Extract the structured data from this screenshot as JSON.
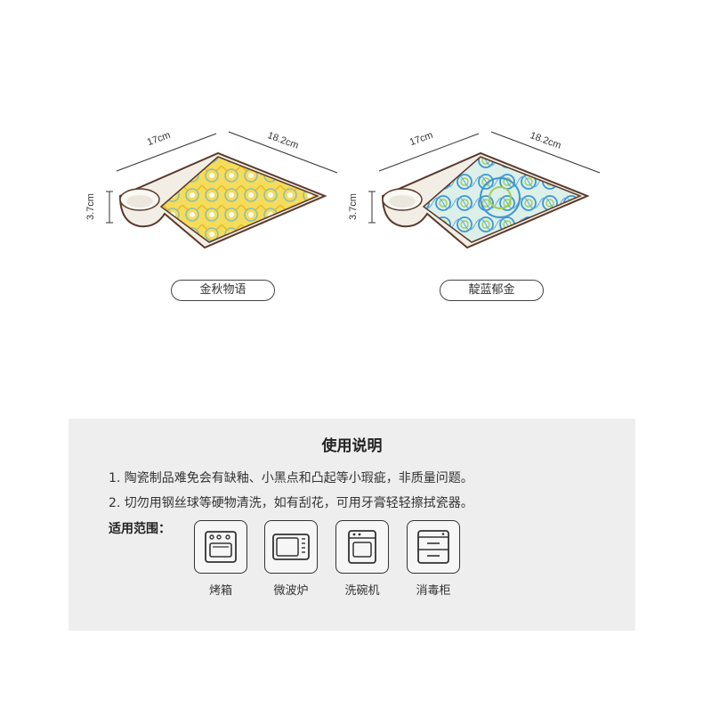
{
  "products": [
    {
      "width_label": "17cm",
      "length_label": "18.2cm",
      "height_label": "3.7cm",
      "name": "金秋物语",
      "pattern_color": "#f2cf3a",
      "accent_color": "#7fb6a0"
    },
    {
      "width_label": "17cm",
      "length_label": "18.2cm",
      "height_label": "3.7cm",
      "name": "靛蓝郁金",
      "pattern_color": "#4a9fd4",
      "accent_color": "#9ccf5a"
    }
  ],
  "usage": {
    "title": "使用说明",
    "notes": [
      "1. 陶瓷制品难免会有缺釉、小黑点和凸起等小瑕疵，非质量问题。",
      "2. 切勿用钢丝球等硬物清洗，如有刮花，可用牙膏轻轻擦拭瓷器。"
    ],
    "scope_label": "适用范围：",
    "appliances": [
      {
        "label": "烤箱",
        "icon": "oven-icon"
      },
      {
        "label": "微波炉",
        "icon": "microwave-icon"
      },
      {
        "label": "洗碗机",
        "icon": "dishwasher-icon"
      },
      {
        "label": "消毒柜",
        "icon": "disinfection-cabinet-icon"
      }
    ]
  },
  "colors": {
    "panel_bg": "#eeeeee",
    "rim": "#5a3a2a",
    "plate_white": "#f7f4ee"
  }
}
